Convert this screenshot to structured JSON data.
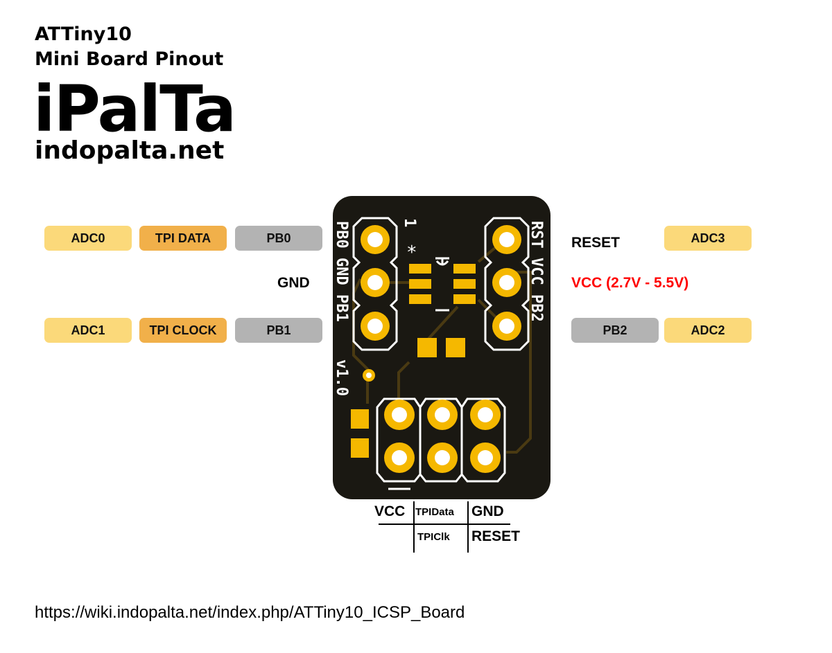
{
  "header": {
    "title_line1": "ATTiny10",
    "title_line2": "Mini Board Pinout",
    "logo": "iPalTa",
    "site": "indopalta.net"
  },
  "colors": {
    "adc": "#fbd97a",
    "tpi": "#f1b04a",
    "port": "#b3b3b3",
    "vcc_text": "#ff0000",
    "pcb": "#1a1812",
    "copper": "#f5b800"
  },
  "left_pins": [
    {
      "adc": "ADC0",
      "tpi": "TPI DATA",
      "port": "PB0"
    },
    {
      "label": "GND"
    },
    {
      "adc": "ADC1",
      "tpi": "TPI CLOCK",
      "port": "PB1"
    }
  ],
  "right_pins": [
    {
      "label": "RESET",
      "adc": "ADC3"
    },
    {
      "label": "VCC (2.7V - 5.5V)"
    },
    {
      "port": "PB2",
      "adc": "ADC2"
    }
  ],
  "board": {
    "silk_left": "PB0 GND PB1",
    "silk_right": "RST VCC PB2",
    "pin1_marker": "1",
    "star": "*",
    "version": "v1.0"
  },
  "icsp_legend": {
    "row1": [
      "VCC",
      "TPIData",
      "GND"
    ],
    "row2": [
      "",
      "TPIClk",
      "RESET"
    ]
  },
  "footer": {
    "url": "https://wiki.indopalta.net/index.php/ATTiny10_ICSP_Board"
  }
}
